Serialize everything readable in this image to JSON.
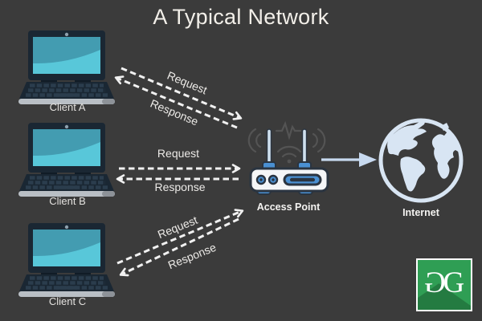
{
  "title": "A Typical Network",
  "clients": [
    {
      "label": "Client A"
    },
    {
      "label": "Client B"
    },
    {
      "label": "Client C"
    }
  ],
  "access_point": {
    "label": "Access Point"
  },
  "internet": {
    "label": "Internet"
  },
  "flows": [
    {
      "request": "Request",
      "response": "Response"
    },
    {
      "request": "Request",
      "response": "Response"
    },
    {
      "request": "Request",
      "response": "Response"
    }
  ],
  "logo": {
    "glyph_left": "G",
    "glyph_right": "G"
  },
  "colors": {
    "background": "#3b3b3b",
    "text": "#f2efe9",
    "dashed_arrow": "#f1f1f1",
    "solid_arrow": "#c7d9ef",
    "laptop_body": "#1a2733",
    "laptop_screen": "#439cb1",
    "laptop_screen_light": "#58c7d9",
    "router_body": "#f4f6f8",
    "router_accent": "#4a90d2",
    "router_outline": "#2a3440",
    "globe": "#d8e5f3",
    "logo_green": "#2f9e54"
  }
}
